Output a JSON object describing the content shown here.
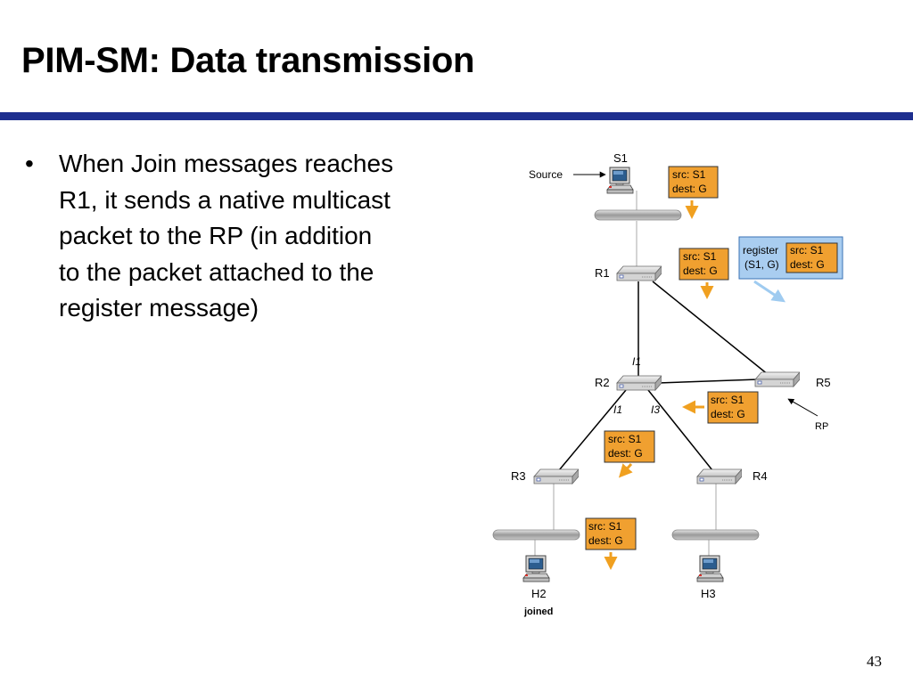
{
  "slide": {
    "title": "PIM-SM: Data transmission",
    "bullets": [
      "When Join messages reaches R1, it sends a native multicast packet to the RP (in addition to the packet attached to the register message)"
    ],
    "page_number": "43"
  },
  "diagram": {
    "nodes": {
      "s1": "S1",
      "source": "Source",
      "r1": "R1",
      "r2": "R2",
      "r3": "R3",
      "r4": "R4",
      "r5": "R5",
      "rp": "RP",
      "h2": "H2",
      "h3": "H3",
      "joined": "joined"
    },
    "interfaces": {
      "l1_top": "I1",
      "l1_bottom": "I1",
      "l3": "I3"
    },
    "packet": {
      "src": "src: S1",
      "dest": "dest: G"
    },
    "register": {
      "line1": "register",
      "line2": "(S1, G)"
    },
    "colors": {
      "packet_fill": "#f0a030",
      "packet_arrow": "#f0a020",
      "register_fill": "#a9cdf0",
      "register_arrow": "#9fcbf0",
      "title_bar": "#1e2f8f"
    },
    "icons": {
      "host": "computer-icon",
      "router": "router-icon",
      "network": "lan-segment-icon"
    }
  }
}
